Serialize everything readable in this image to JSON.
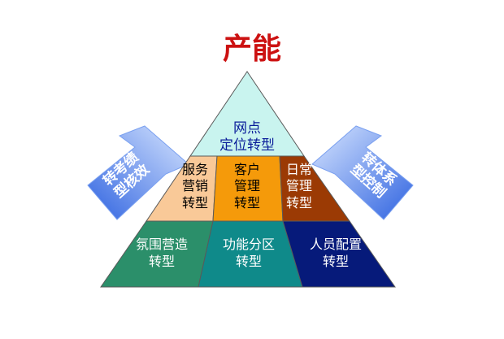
{
  "title": "产能",
  "pyramid": {
    "top": [
      "网点",
      "定位转型"
    ],
    "middle": [
      {
        "lines": [
          "服务",
          "营销",
          "转型"
        ],
        "color": "#f9c998",
        "text_color": "#000000"
      },
      {
        "lines": [
          "客户",
          "管理",
          "转型"
        ],
        "color": "#f59a0a",
        "text_color": "#000000"
      },
      {
        "lines": [
          "日常",
          "管理",
          "转型"
        ],
        "color": "#9b3a04",
        "text_color": "#ffffff"
      }
    ],
    "bottom": [
      {
        "lines": [
          "氛围营造",
          "转型"
        ],
        "color": "#2b8f6a",
        "text_color": "#ffffff"
      },
      {
        "lines": [
          "功能分区",
          "转型"
        ],
        "color": "#0f8a8a",
        "text_color": "#ffffff"
      },
      {
        "lines": [
          "人员配置",
          "转型"
        ],
        "color": "#061a7a",
        "text_color": "#ffffff"
      }
    ],
    "top_color": "#c9f4ef"
  },
  "arrows": {
    "left": {
      "text": "转考绩型核效",
      "color": "#4b82f0"
    },
    "right": {
      "text": "转体系型控制",
      "color": "#4b82f0"
    }
  },
  "colors": {
    "title": "#cc1111",
    "top_text": "#0a1d9a"
  }
}
